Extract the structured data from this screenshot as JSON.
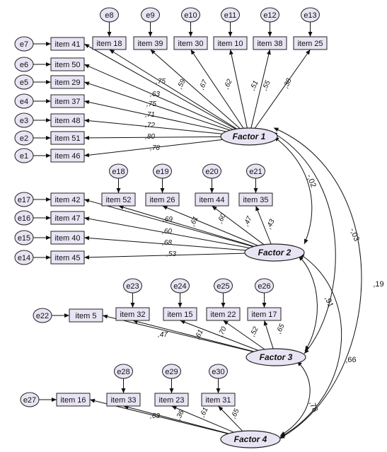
{
  "factors": [
    {
      "id": "f1",
      "label": "Factor 1"
    },
    {
      "id": "f2",
      "label": "Factor 2"
    },
    {
      "id": "f3",
      "label": "Factor 3"
    },
    {
      "id": "f4",
      "label": "Factor 4"
    }
  ],
  "items": [
    {
      "id": "i41",
      "label": "item 41",
      "error": "e7",
      "factor": "f1",
      "loading": ",75"
    },
    {
      "id": "i50",
      "label": "item 50",
      "error": "e6",
      "factor": "f1",
      "loading": ",63"
    },
    {
      "id": "i29",
      "label": "item 29",
      "error": "e5",
      "factor": "f1",
      "loading": ",75"
    },
    {
      "id": "i37",
      "label": "item 37",
      "error": "e4",
      "factor": "f1",
      "loading": ",71"
    },
    {
      "id": "i48",
      "label": "item 48",
      "error": "e3",
      "factor": "f1",
      "loading": ",72"
    },
    {
      "id": "i51",
      "label": "item 51",
      "error": "e2",
      "factor": "f1",
      "loading": ",80"
    },
    {
      "id": "i46",
      "label": "item 46",
      "error": "e1",
      "factor": "f1",
      "loading": ",78"
    },
    {
      "id": "i18",
      "label": "item 18",
      "error": "e8",
      "factor": "f1",
      "loading": ",59"
    },
    {
      "id": "i39",
      "label": "item 39",
      "error": "e9",
      "factor": "f1",
      "loading": ",67"
    },
    {
      "id": "i30",
      "label": "item 30",
      "error": "e10",
      "factor": "f1",
      "loading": ",62"
    },
    {
      "id": "i10",
      "label": "item 10",
      "error": "e11",
      "factor": "f1",
      "loading": ",51"
    },
    {
      "id": "i38",
      "label": "item 38",
      "error": "e12",
      "factor": "f1",
      "loading": ",55"
    },
    {
      "id": "i25",
      "label": "item 25",
      "error": "e13",
      "factor": "f1",
      "loading": ",38"
    },
    {
      "id": "i42",
      "label": "item 42",
      "error": "e17",
      "factor": "f2",
      "loading": ",69"
    },
    {
      "id": "i47",
      "label": "item 47",
      "error": "e16",
      "factor": "f2",
      "loading": ",60"
    },
    {
      "id": "i40",
      "label": "item 40",
      "error": "e15",
      "factor": "f2",
      "loading": ",68"
    },
    {
      "id": "i45",
      "label": "item 45",
      "error": "e14",
      "factor": "f2",
      "loading": ",53"
    },
    {
      "id": "i52",
      "label": "item 52",
      "error": "e18",
      "factor": "f2",
      "loading": ",61"
    },
    {
      "id": "i26",
      "label": "item 26",
      "error": "e19",
      "factor": "f2",
      "loading": ",60"
    },
    {
      "id": "i44",
      "label": "item 44",
      "error": "e20",
      "factor": "f2",
      "loading": ",47"
    },
    {
      "id": "i35",
      "label": "item 35",
      "error": "e21",
      "factor": "f2",
      "loading": ",43"
    },
    {
      "id": "i5",
      "label": "item 5",
      "error": "e22",
      "factor": "f3",
      "loading": ",47"
    },
    {
      "id": "i32",
      "label": "item 32",
      "error": "e23",
      "factor": "f3",
      "loading": ",61"
    },
    {
      "id": "i15",
      "label": "item 15",
      "error": "e24",
      "factor": "f3",
      "loading": ",70"
    },
    {
      "id": "i22",
      "label": "item 22",
      "error": "e25",
      "factor": "f3",
      "loading": ",52"
    },
    {
      "id": "i17",
      "label": "item 17",
      "error": "e26",
      "factor": "f3",
      "loading": ",65"
    },
    {
      "id": "i16",
      "label": "item 16",
      "error": "e27",
      "factor": "f4",
      "loading": ",63"
    },
    {
      "id": "i33",
      "label": "item 33",
      "error": "e28",
      "factor": "f4",
      "loading": ",36"
    },
    {
      "id": "i23",
      "label": "item 23",
      "error": "e29",
      "factor": "f4",
      "loading": ",61"
    },
    {
      "id": "i31",
      "label": "item 31",
      "error": "e30",
      "factor": "f4",
      "loading": ",65"
    }
  ],
  "correlations": [
    {
      "from": "f1",
      "to": "f2",
      "value": "-,02"
    },
    {
      "from": "f1",
      "to": "f3",
      "value": "-,03"
    },
    {
      "from": "f1",
      "to": "f4",
      "value": ",19"
    },
    {
      "from": "f2",
      "to": "f3",
      "value": ",91"
    },
    {
      "from": "f2",
      "to": "f4",
      "value": ",66"
    },
    {
      "from": "f3",
      "to": "f4",
      "value": ",78"
    }
  ],
  "colors": {
    "node_fill": "#e9e4f3",
    "stroke": "#222222"
  }
}
